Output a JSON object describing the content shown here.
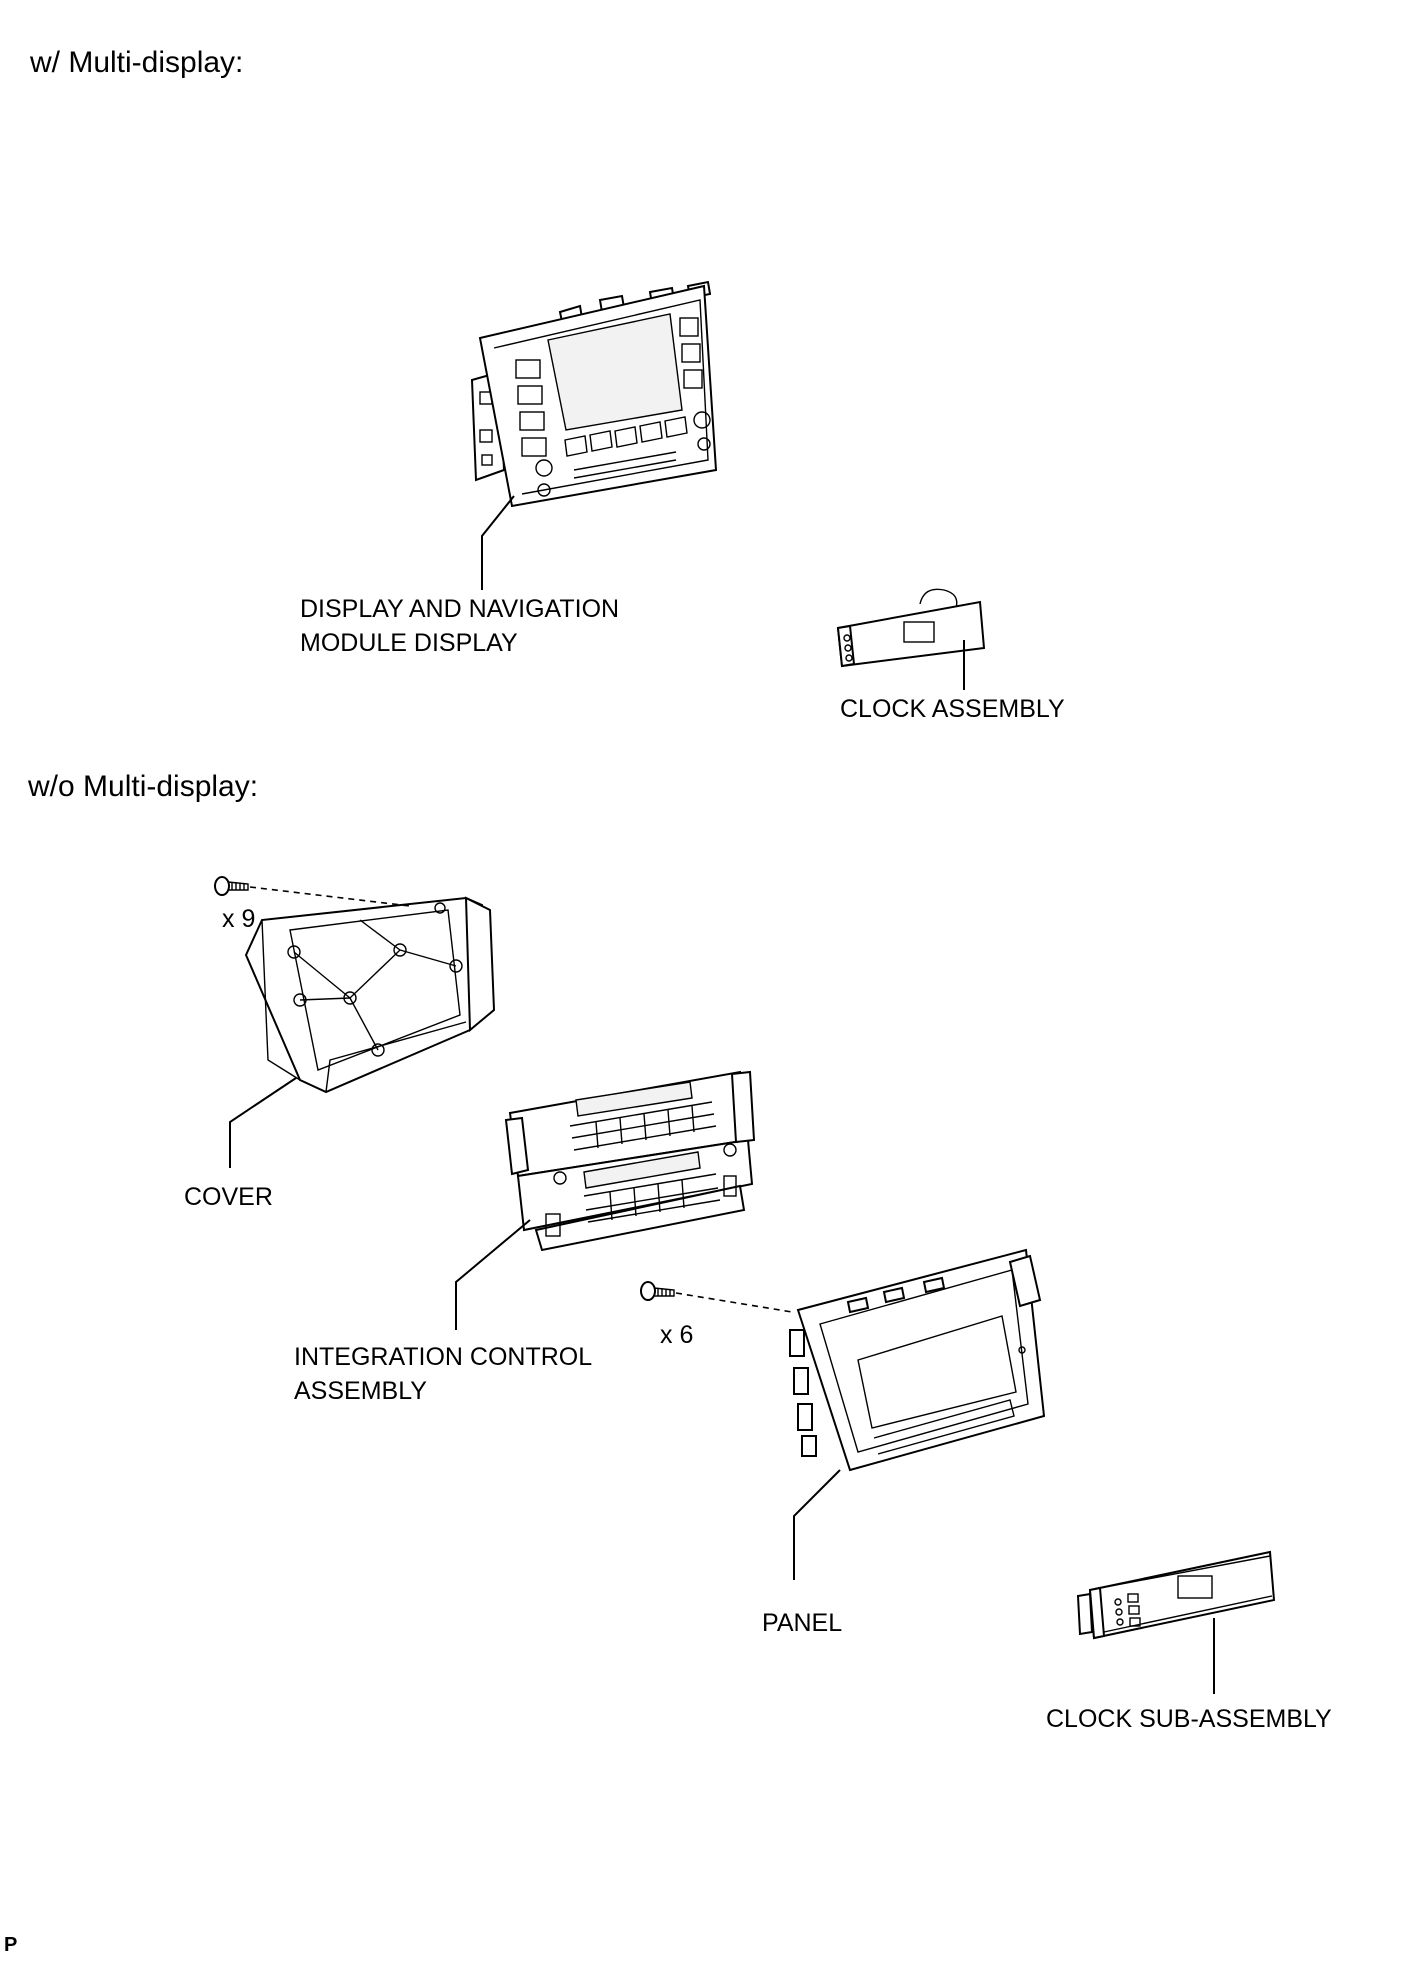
{
  "headings": {
    "with_multi_display": "w/ Multi-display:",
    "without_multi_display": "w/o Multi-display:"
  },
  "labels": {
    "display_nav_line1": "DISPLAY AND NAVIGATION",
    "display_nav_line2": "MODULE DISPLAY",
    "clock_assembly": "CLOCK ASSEMBLY",
    "cover": "COVER",
    "integration_line1": "INTEGRATION CONTROL",
    "integration_line2": "ASSEMBLY",
    "panel": "PANEL",
    "clock_sub_assembly": "CLOCK SUB-ASSEMBLY"
  },
  "quantities": {
    "cover_screws": "x 9",
    "panel_screws": "x 6"
  },
  "corner_mark": "P"
}
